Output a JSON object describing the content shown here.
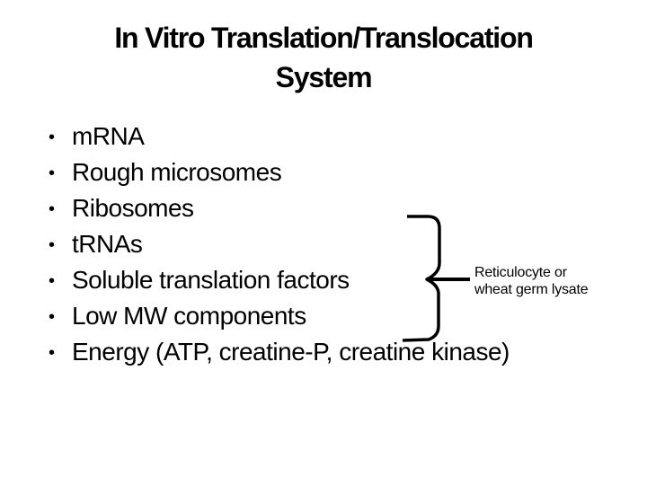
{
  "slide": {
    "title_lines": [
      "In Vitro Translation/Translocation",
      "System"
    ],
    "bullet_glyph": "•",
    "bullets": [
      "mRNA",
      "Rough microsomes",
      "Ribosomes",
      "tRNAs",
      "Soluble translation factors",
      "Low MW components",
      "Energy (ATP, creatine-P, creatine kinase)"
    ],
    "brace_label_lines": [
      "Reticulocyte or",
      "wheat germ lysate"
    ],
    "colors": {
      "background": "#ffffff",
      "text": "#000000",
      "brace_stroke": "#000000"
    }
  }
}
